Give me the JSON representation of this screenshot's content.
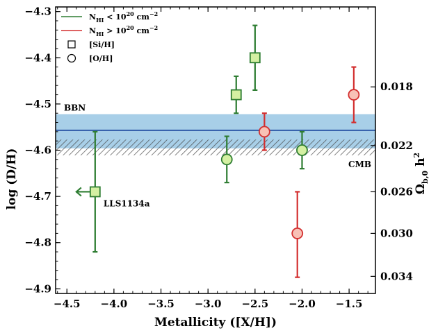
{
  "chart_data": {
    "type": "scatter",
    "xlabel": "Metallicity ([X/H])",
    "ylabel": "log (D/H)",
    "y2label": "Ω_b,0 h²",
    "xlim": [
      -4.62,
      -1.22
    ],
    "ylim": [
      -4.91,
      -4.29
    ],
    "x_ticks": [
      -4.5,
      -4.0,
      -3.5,
      -3.0,
      -2.5,
      -2.0,
      -1.5
    ],
    "x_tick_labels": [
      "−4.5",
      "−4.0",
      "−3.5",
      "−3.0",
      "−2.5",
      "−2.0",
      "−1.5"
    ],
    "y_ticks": [
      -4.9,
      -4.8,
      -4.7,
      -4.6,
      -4.5,
      -4.4,
      -4.3
    ],
    "y_tick_labels": [
      "−4.9",
      "−4.8",
      "−4.7",
      "−4.6",
      "−4.5",
      "−4.4",
      "−4.3"
    ],
    "y2_ticks": [
      {
        "label": "0.018",
        "y": -4.463
      },
      {
        "label": "0.022",
        "y": -4.59
      },
      {
        "label": "0.026",
        "y": -4.69
      },
      {
        "label": "0.030",
        "y": -4.78
      },
      {
        "label": "0.034",
        "y": -4.873
      }
    ],
    "grid": false,
    "legend_position": "top-left",
    "legend": [
      {
        "marker": "line",
        "color": "#2e7d32",
        "label": "N",
        "sub": "HI",
        "rel": " < 10",
        "sup": "20",
        "unit": " cm",
        "unit_sup": "−2"
      },
      {
        "marker": "line",
        "color": "#d32f2f",
        "label": "N",
        "sub": "HI",
        "rel": " > 10",
        "sup": "20",
        "unit": " cm",
        "unit_sup": "−2"
      },
      {
        "marker": "square",
        "label": "[Si/H]"
      },
      {
        "marker": "circle",
        "label": "[O/H]"
      }
    ],
    "bands": [
      {
        "name": "BBN",
        "label": "BBN",
        "y_low": -4.596,
        "y_high": -4.522,
        "center": -4.557,
        "color": "#a8cfe8",
        "line_color": "#2f5aa8",
        "style": "fill"
      },
      {
        "name": "CMB",
        "label": "CMB",
        "y_low": -4.611,
        "y_high": -4.577,
        "color": "#555555",
        "style": "hatch"
      }
    ],
    "series": [
      {
        "points": [
          {
            "x": -4.2,
            "y": -4.69,
            "y_low": -4.82,
            "y_high": -4.56,
            "marker": "square",
            "color": "#2e7d32",
            "upper_limit_x": true,
            "annotation": "LLS1134a"
          },
          {
            "x": -2.7,
            "y": -4.48,
            "y_low": -4.52,
            "y_high": -4.44,
            "marker": "square",
            "color": "#2e7d32"
          },
          {
            "x": -2.5,
            "y": -4.4,
            "y_low": -4.47,
            "y_high": -4.33,
            "marker": "square",
            "color": "#2e7d32"
          },
          {
            "x": -2.8,
            "y": -4.62,
            "y_low": -4.67,
            "y_high": -4.57,
            "marker": "circle",
            "color": "#2e7d32"
          },
          {
            "x": -2.0,
            "y": -4.6,
            "y_low": -4.64,
            "y_high": -4.56,
            "marker": "circle",
            "color": "#2e7d32"
          },
          {
            "x": -2.4,
            "y": -4.56,
            "y_low": -4.6,
            "y_high": -4.52,
            "marker": "circle",
            "color": "#d32f2f"
          },
          {
            "x": -2.05,
            "y": -4.78,
            "y_low": -4.875,
            "y_high": -4.69,
            "marker": "circle",
            "color": "#d32f2f"
          },
          {
            "x": -1.45,
            "y": -4.48,
            "y_low": -4.54,
            "y_high": -4.42,
            "marker": "circle",
            "color": "#d32f2f"
          }
        ]
      }
    ],
    "colors": {
      "green_fill": "#d4f0a2",
      "red_fill": "#f8c1b6"
    }
  }
}
